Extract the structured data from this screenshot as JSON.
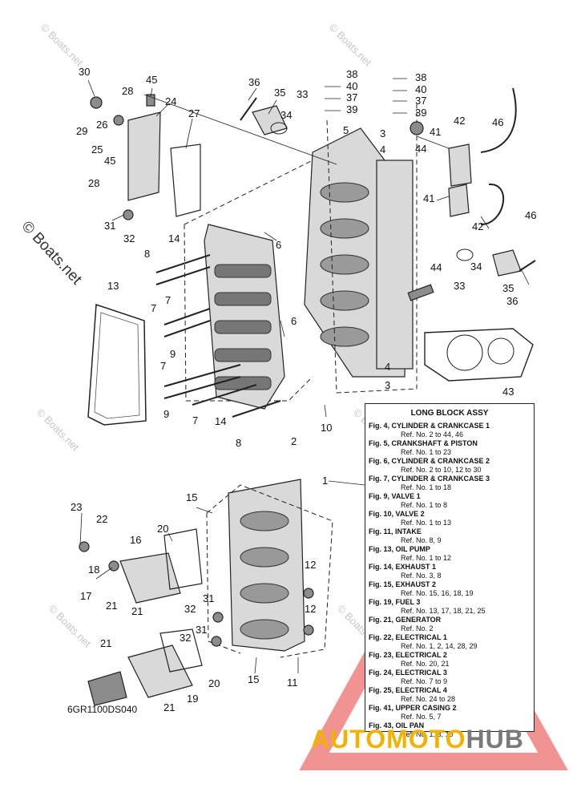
{
  "watermark": {
    "text": "© Boats.net",
    "side_text": "© Boats.net"
  },
  "diagram_code": "6GR1100DS040",
  "brand": {
    "part1": "AUTOMOTO",
    "part2": "HUB",
    "colors": {
      "part1": "#f3b200",
      "part2": "#7a7a7a",
      "triangle": "#e83a3a"
    }
  },
  "legend": {
    "title": "LONG BLOCK ASSY",
    "entries": [
      {
        "fig": "Fig. 4, CYLINDER & CRANKCASE 1",
        "ref": "Ref. No. 2 to 44, 46"
      },
      {
        "fig": "Fig. 5, CRANKSHAFT & PISTON",
        "ref": "Ref. No. 1 to 23"
      },
      {
        "fig": "Fig. 6, CYLINDER & CRANKCASE 2",
        "ref": "Ref. No. 2 to 10, 12 to 30"
      },
      {
        "fig": "Fig. 7, CYLINDER & CRANKCASE 3",
        "ref": "Ref. No. 1 to 18"
      },
      {
        "fig": "Fig. 9, VALVE 1",
        "ref": "Ref. No. 1 to 8"
      },
      {
        "fig": "Fig. 10, VALVE 2",
        "ref": "Ref. No. 1 to 13"
      },
      {
        "fig": "Fig. 11, INTAKE",
        "ref": "Ref. No. 8, 9"
      },
      {
        "fig": "Fig. 13, OIL PUMP",
        "ref": "Ref. No. 1 to 12"
      },
      {
        "fig": "Fig. 14, EXHAUST 1",
        "ref": "Ref. No. 3, 8"
      },
      {
        "fig": "Fig. 15, EXHAUST 2",
        "ref": "Ref. No. 15, 16, 18, 19"
      },
      {
        "fig": "Fig. 19, FUEL 3",
        "ref": "Ref. No. 13, 17, 18, 21, 25"
      },
      {
        "fig": "Fig. 21, GENERATOR",
        "ref": "Ref. No. 2"
      },
      {
        "fig": "Fig. 22, ELECTRICAL 1",
        "ref": "Ref. No. 1, 2, 14, 28, 29"
      },
      {
        "fig": "Fig. 23, ELECTRICAL 2",
        "ref": "Ref. No. 20, 21"
      },
      {
        "fig": "Fig. 24, ELECTRICAL 3",
        "ref": "Ref. No. 7 to 9"
      },
      {
        "fig": "Fig. 25, ELECTRICAL 4",
        "ref": "Ref. No. 24 to 28"
      },
      {
        "fig": "Fig. 41, UPPER CASING 2",
        "ref": "Ref. No. 5, 7"
      },
      {
        "fig": "Fig. 43, OIL PAN",
        "ref": "Ref. No. 1, 3, 10"
      }
    ]
  },
  "callouts": {
    "c30": "30",
    "c45a": "45",
    "c28a": "28",
    "c24": "24",
    "c26": "26",
    "c29": "29",
    "c25": "25",
    "c45b": "45",
    "c27": "27",
    "c28b": "28",
    "c31a": "31",
    "c32a": "32",
    "c36a": "36",
    "c35a": "35",
    "c33a": "33",
    "c34a": "34",
    "c38a": "38",
    "c40a": "40",
    "c37a": "37",
    "c39a": "39",
    "c38b": "38",
    "c40b": "40",
    "c37b": "37",
    "c39b": "39",
    "c5": "5",
    "c3a": "3",
    "c4a": "4",
    "c44a": "44",
    "c41a": "41",
    "c42a": "42",
    "c46a": "46",
    "c41b": "41",
    "c46b": "46",
    "c42b": "42",
    "c34b": "34",
    "c33b": "33",
    "c35b": "35",
    "c36b": "36",
    "c44b": "44",
    "c14a": "14",
    "c8a": "8",
    "c6a": "6",
    "c13": "13",
    "c7a": "7",
    "c9a": "9",
    "c6b": "6",
    "c7b": "7",
    "c9b": "9",
    "c7c": "7",
    "c14b": "14",
    "c8b": "8",
    "c2": "2",
    "c4b": "4",
    "c3b": "3",
    "c10": "10",
    "c43": "43",
    "c1": "1",
    "c15a": "15",
    "c23": "23",
    "c22": "22",
    "c20a": "20",
    "c16": "16",
    "c18": "18",
    "c17": "17",
    "c21a": "21",
    "c21b": "21",
    "c12a": "12",
    "c31b": "31",
    "c32b": "32",
    "c12b": "12",
    "c32c": "32",
    "c31c": "31",
    "c21c": "21",
    "c20b": "20",
    "c15b": "15",
    "c11": "11",
    "c19": "19",
    "c21d": "21"
  }
}
